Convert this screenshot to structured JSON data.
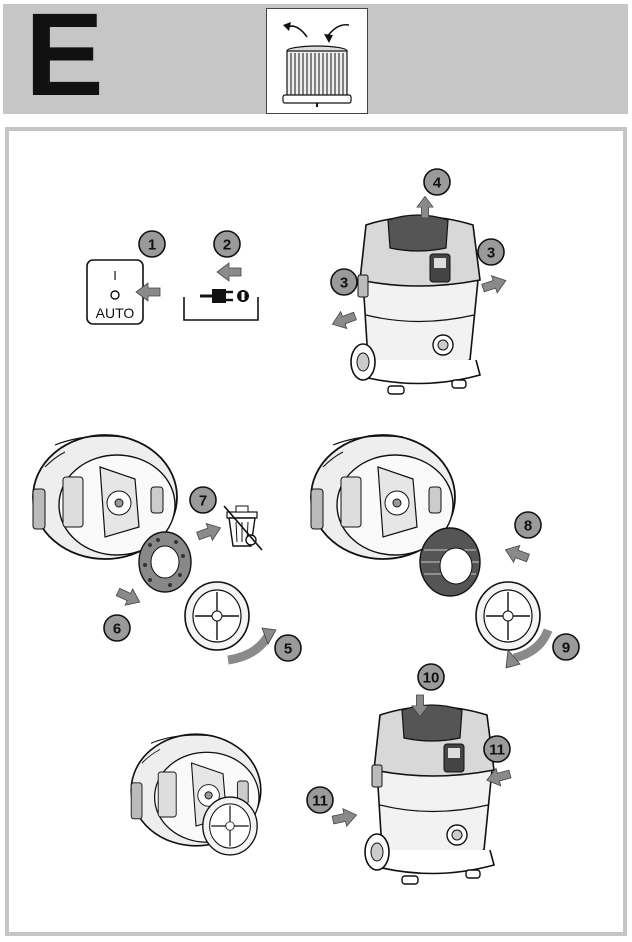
{
  "section_letter": "E",
  "switch": {
    "on_mark": "I",
    "off_mark": "O",
    "auto_label": "AUTO"
  },
  "steps": [
    {
      "id": "s1",
      "label": "1"
    },
    {
      "id": "s2",
      "label": "2"
    },
    {
      "id": "s3a",
      "label": "3"
    },
    {
      "id": "s3b",
      "label": "3"
    },
    {
      "id": "s4",
      "label": "4"
    },
    {
      "id": "s5",
      "label": "5"
    },
    {
      "id": "s6",
      "label": "6"
    },
    {
      "id": "s7",
      "label": "7"
    },
    {
      "id": "s8",
      "label": "8"
    },
    {
      "id": "s9",
      "label": "9"
    },
    {
      "id": "s10",
      "label": "10"
    },
    {
      "id": "s11a",
      "label": "11"
    },
    {
      "id": "s11b",
      "label": "11"
    }
  ],
  "colors": {
    "header_bg": "#c6c6c6",
    "badge_fill": "#9a9a9a",
    "arrow_fill": "#8a8a8a",
    "line": "#111111"
  },
  "icons": [
    "filter-cartridge-icon",
    "power-switch-icon",
    "unplug-icon",
    "vacuum-cleaner-icon",
    "waste-bin-icon"
  ]
}
